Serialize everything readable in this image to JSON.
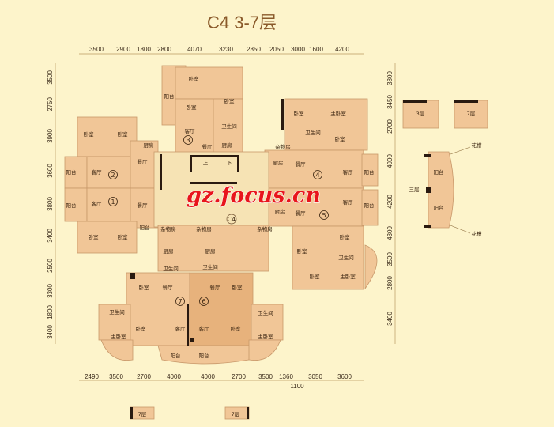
{
  "title": "C4  3-7层",
  "colors": {
    "background": "#fdf4cb",
    "room": "#f1c697",
    "room_dark": "#e7b27c",
    "wall": "#2a1a10",
    "title": "#8a5a2a",
    "watermark": "#e8151c"
  },
  "dimensions": {
    "top": [
      "3500",
      "2900",
      "1800",
      "2800",
      "4070",
      "3230",
      "2850",
      "2050",
      "3000",
      "1600",
      "4200"
    ],
    "bottom": [
      "2490",
      "3500",
      "2700",
      "4000",
      "4000",
      "2700",
      "3500",
      "1360",
      "3050",
      "3600"
    ],
    "bottom_extra": "1100",
    "left": [
      "3500",
      "2750",
      "3900",
      "3600",
      "3800",
      "3400",
      "2500",
      "3300",
      "1800",
      "3400"
    ],
    "right": [
      "3800",
      "3450",
      "2700",
      "4000",
      "4200",
      "4300",
      "3500",
      "2800",
      "3400"
    ]
  },
  "units": [
    "1",
    "2",
    "3",
    "4",
    "5",
    "6",
    "7"
  ],
  "core_label": "C4",
  "watermark": "gz.focus.cn",
  "rooms": {
    "bedroom": "卧室",
    "master_bedroom": "主卧室",
    "living": "客厅",
    "dining": "餐厅",
    "kitchen": "厨房",
    "balcony": "阳台",
    "bathroom": "卫生间",
    "storage": "杂物房",
    "planter": "花槽",
    "floor3": "3层",
    "floor7": "7层",
    "third_floor": "三层",
    "up": "上",
    "down": "下"
  }
}
